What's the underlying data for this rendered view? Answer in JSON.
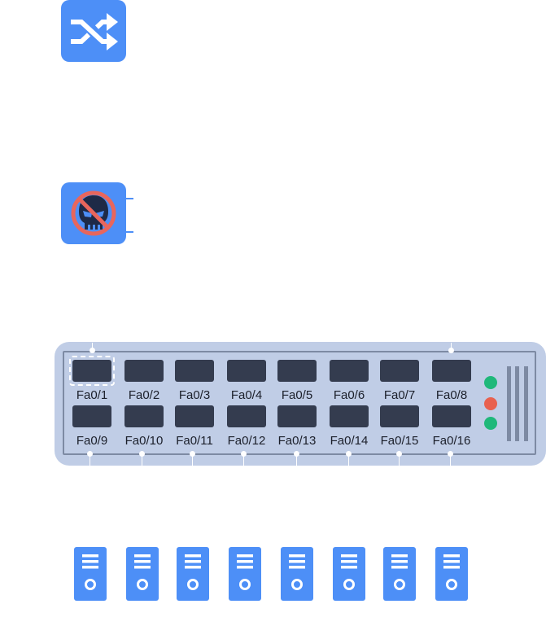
{
  "colors": {
    "icon_blue": "#4d8ff7",
    "chassis_fill": "#c0cde6",
    "chassis_border": "#7d8aa3",
    "port_fill": "#343c4f",
    "led_green": "#1fb87a",
    "led_red": "#e8614f",
    "blocked_red": "#e8665c",
    "skull_navy": "#1e2a47"
  },
  "icons": {
    "top_device": "switch-shuffle-arrows-icon",
    "blocked_device": "blocked-attacker-skull-icon",
    "server": "server-tower-icon"
  },
  "switch": {
    "ports_row1": [
      {
        "label": "Fa0/1",
        "selected": true
      },
      {
        "label": "Fa0/2"
      },
      {
        "label": "Fa0/3"
      },
      {
        "label": "Fa0/4"
      },
      {
        "label": "Fa0/5"
      },
      {
        "label": "Fa0/6"
      },
      {
        "label": "Fa0/7"
      },
      {
        "label": "Fa0/8"
      }
    ],
    "ports_row2": [
      {
        "label": "Fa0/9"
      },
      {
        "label": "Fa0/10"
      },
      {
        "label": "Fa0/11"
      },
      {
        "label": "Fa0/12"
      },
      {
        "label": "Fa0/13"
      },
      {
        "label": "Fa0/14"
      },
      {
        "label": "Fa0/15"
      },
      {
        "label": "Fa0/16"
      }
    ],
    "leds": [
      "green",
      "red",
      "green"
    ]
  },
  "servers": [
    {
      "icon": "server-tower-icon"
    },
    {
      "icon": "server-tower-icon"
    },
    {
      "icon": "server-tower-icon"
    },
    {
      "icon": "server-tower-icon"
    },
    {
      "icon": "server-tower-icon"
    },
    {
      "icon": "server-tower-icon"
    },
    {
      "icon": "server-tower-icon"
    },
    {
      "icon": "server-tower-icon"
    }
  ]
}
